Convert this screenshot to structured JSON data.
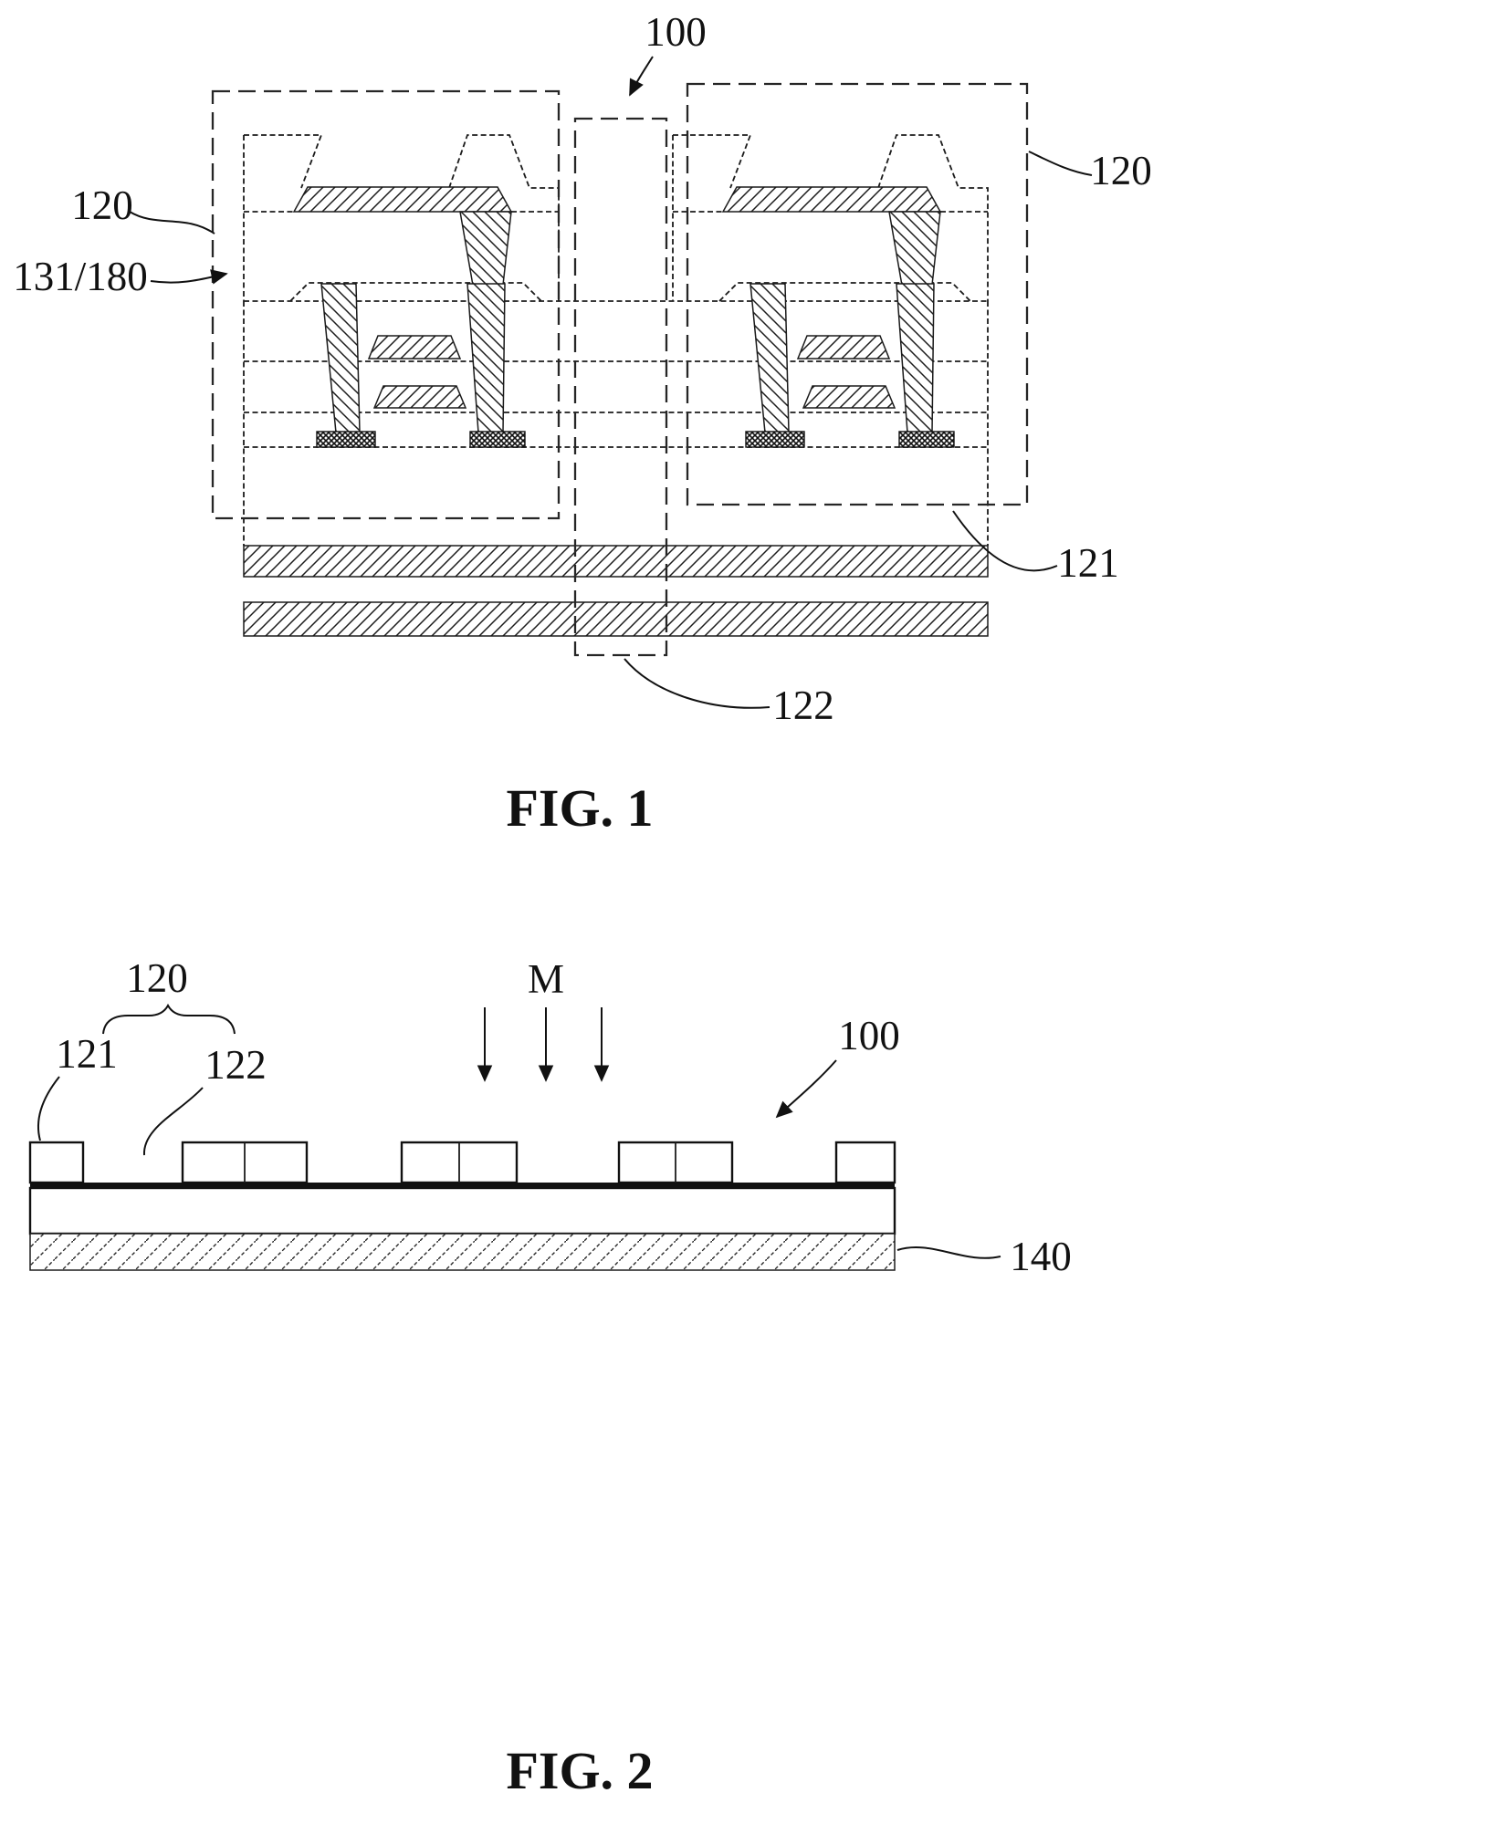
{
  "fig1": {
    "caption": "FIG. 1",
    "labels": {
      "ref100": "100",
      "ref120_left": "120",
      "ref131_180": "131/180",
      "ref120_right": "120",
      "ref121": "121",
      "ref122": "122"
    }
  },
  "fig2": {
    "caption": "FIG. 2",
    "labels": {
      "ref120": "120",
      "ref121": "121",
      "ref122": "122",
      "refM": "M",
      "ref100": "100",
      "ref140": "140"
    }
  }
}
